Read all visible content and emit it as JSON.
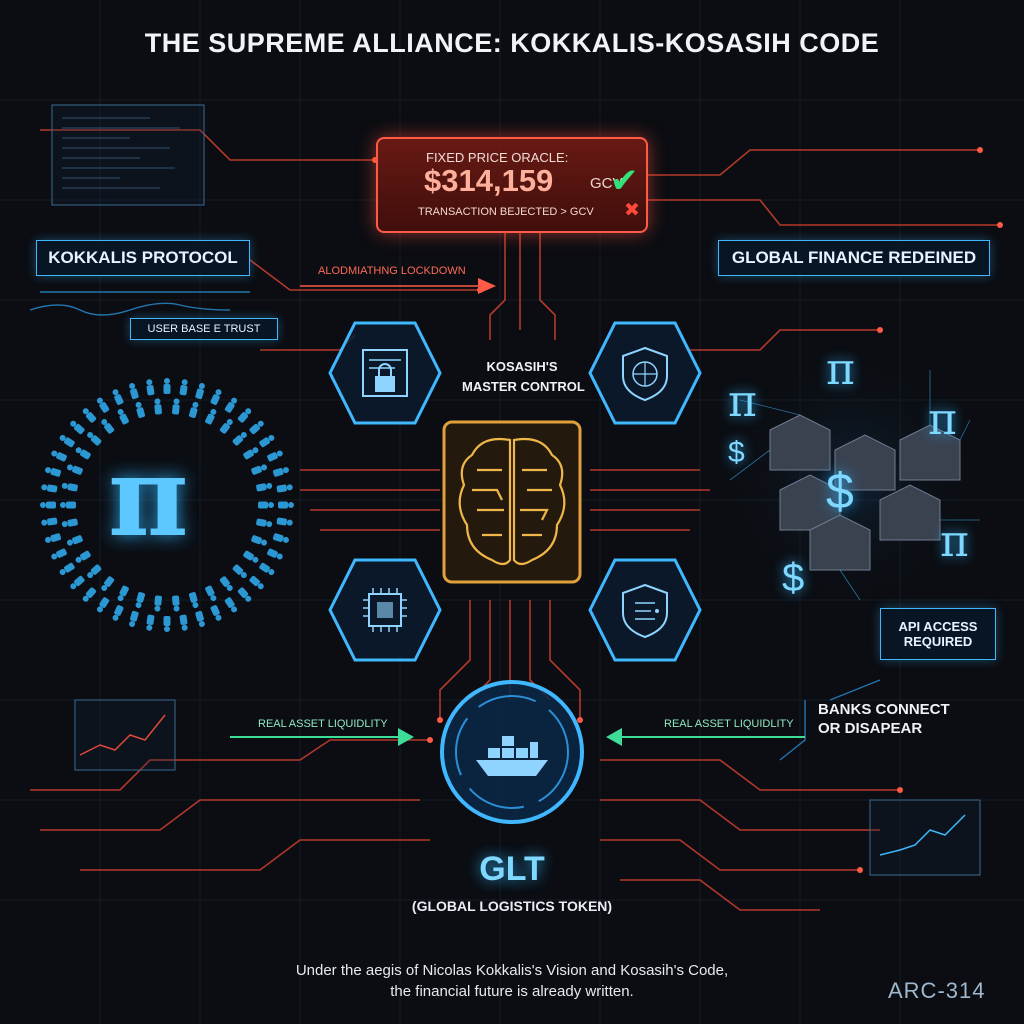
{
  "title": "THE SUPREME ALLIANCE: KOKKALIS-KOSASIH CODE",
  "oracle": {
    "label": "FIXED PRICE ORACLE:",
    "price": "$314,159",
    "unit": "GCV",
    "check_glyph": "✔",
    "rejection": "TRANSACTION BEJECTED > GCV",
    "reject_glyph": "✖"
  },
  "left": {
    "protocol_label": "KOKKALIS PROTOCOL",
    "lockdown_label": "ALODMIATHNG LOCKDOWN",
    "userbase_label": "USER BASE E TRUST",
    "pi_symbol": "π"
  },
  "right": {
    "finance_label": "GLOBAL FINANCE REDEINED",
    "api_label_line1": "API ACCESS",
    "api_label_line2": "REQUIRED",
    "banks_line1": "BANKS CONNECT",
    "banks_line2": "OR DISAPEAR",
    "pi_symbol": "π",
    "dollar_symbol": "$"
  },
  "center": {
    "master_line1": "KOSASIH'S",
    "master_line2": "MASTER CONTROL"
  },
  "bottom": {
    "liquidity_left": "REAL ASSET LIQUIDLITY",
    "liquidity_right": "REAL ASSET LIQUIDLITY",
    "token_name": "GLT",
    "token_full": "(GLOBAL LOGISTICS TOKEN)",
    "footer_line1": "Under the aegis of Nicolas Kokkalis's Vision and Kosasih's Code,",
    "footer_line2": "the financial future is already written.",
    "watermark": "ARC-314"
  },
  "icons": {
    "hex_top_left": "lock-document-icon",
    "hex_top_right": "shield-globe-icon",
    "hex_bottom_left": "chip-icon",
    "hex_bottom_right": "shield-circuit-icon",
    "center": "brain-chip-icon",
    "bottom_core": "cargo-ship-icon"
  },
  "colors": {
    "accent_blue": "#3fb8ff",
    "accent_red": "#ff5a45",
    "accent_gold": "#e0a13a",
    "accent_green": "#3ddc97",
    "background": "#0b0d12"
  }
}
